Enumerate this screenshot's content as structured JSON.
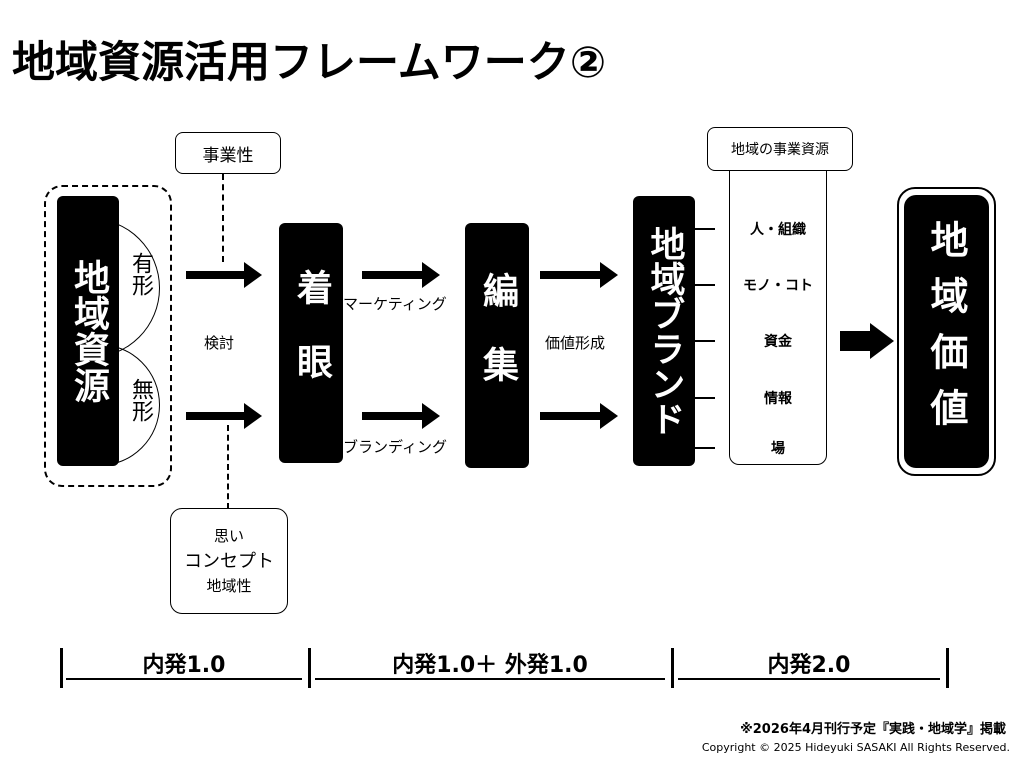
{
  "title": "地域資源活用フレームワーク②",
  "left": {
    "main": "地域資源",
    "tangible": "有形",
    "intangible": "無形",
    "business_label": "事業性",
    "consider_label": "検討",
    "thoughts_lines": [
      "思い",
      "コンセプト",
      "地域性"
    ]
  },
  "step1": {
    "label": "着眼",
    "marketing": "マーケティング",
    "branding": "ブランディング"
  },
  "step2": {
    "label": "編集",
    "value_formation": "価値形成"
  },
  "brand": {
    "label": "地域ブランド"
  },
  "resources": {
    "header": "地域の事業資源",
    "items": [
      "人・組織",
      "モノ・コト",
      "資金",
      "情報",
      "場"
    ]
  },
  "result": {
    "label": "地域価値"
  },
  "phases": [
    "内発1.0",
    "内発1.0＋ 外発1.0",
    "内発2.0"
  ],
  "footer": {
    "note": "※2026年4月刊行予定『実践・地域学』掲載",
    "copyright": "Copyright © 2025 Hideyuki SASAKI All Rights Reserved."
  }
}
